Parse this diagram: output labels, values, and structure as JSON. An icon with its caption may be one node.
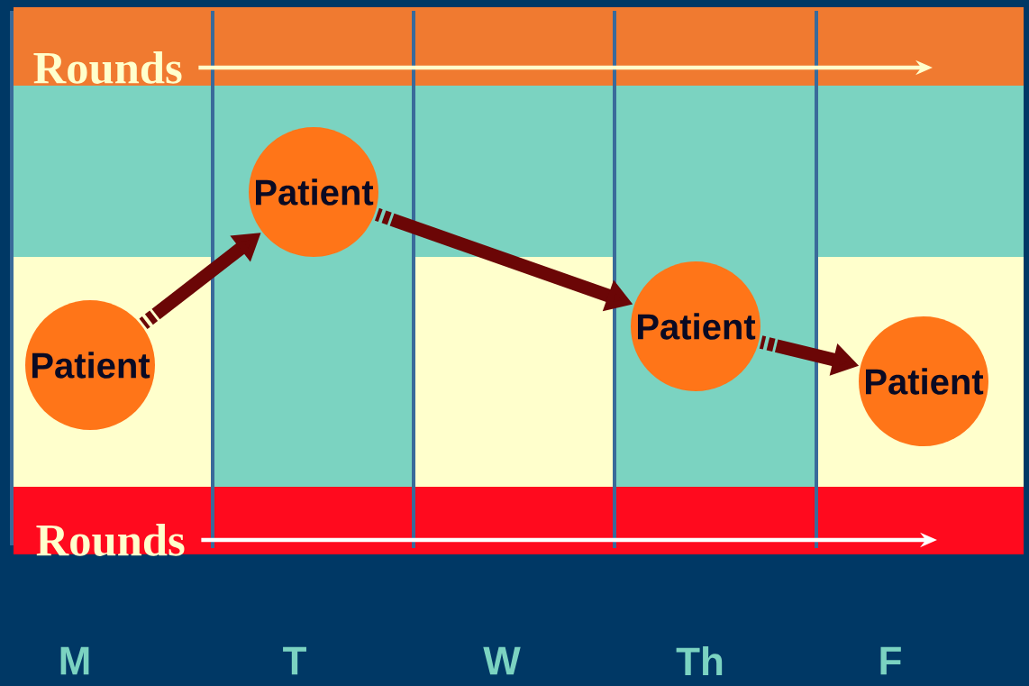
{
  "diagram": {
    "nodes": [
      {
        "text": [
          "Rounds"
        ]
      },
      {
        "text": [
          "Patient"
        ]
      },
      {
        "text": [
          "Patient"
        ]
      },
      {
        "text": [
          "Patient"
        ]
      },
      {
        "text": [
          "Patient"
        ]
      },
      {
        "text": [
          "Rounds"
        ]
      }
    ],
    "edges": [
      {
        "from": 0,
        "to": null,
        "arrow": "to",
        "color": "#ffffcc"
      },
      {
        "from": 1,
        "to": 2,
        "arrow": "to",
        "color": "#6b0606"
      },
      {
        "from": 2,
        "to": 3,
        "arrow": "to",
        "color": "#6b0606"
      },
      {
        "from": 3,
        "to": 4,
        "arrow": "to",
        "color": "#6b0606"
      },
      {
        "from": 5,
        "to": null,
        "arrow": "to",
        "color": "#ffffff"
      }
    ],
    "labels": [
      "M",
      "T",
      "W",
      "Th",
      "F"
    ]
  }
}
